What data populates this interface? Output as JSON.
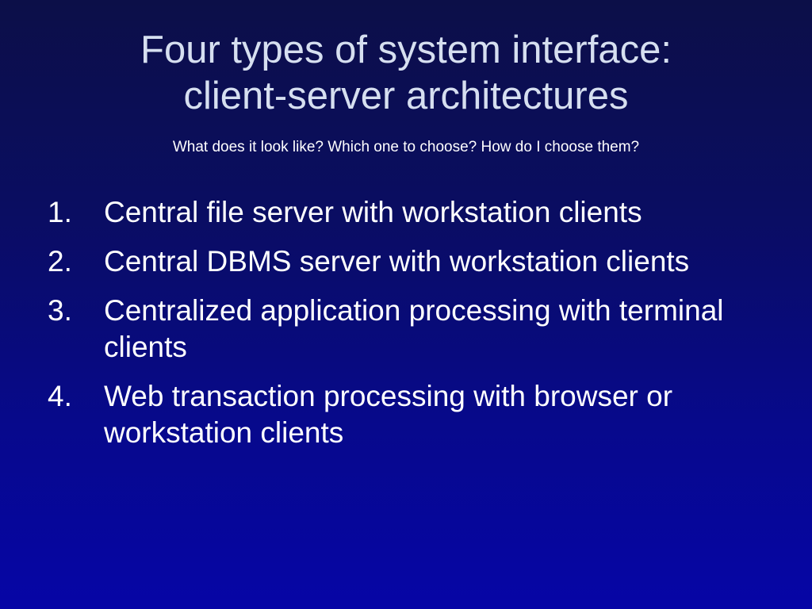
{
  "slide": {
    "title_line1": "Four types of system interface:",
    "title_line2": "client-server architectures",
    "subtitle": "What does it look like? Which one to choose? How do I choose them?",
    "items": [
      {
        "number": "1.",
        "text": "Central file server with workstation clients"
      },
      {
        "number": "2.",
        "text": "Central DBMS server with workstation clients"
      },
      {
        "number": "3.",
        "text": "Centralized application processing with terminal clients"
      },
      {
        "number": "4.",
        "text": "Web transaction processing with browser or workstation clients"
      }
    ]
  }
}
